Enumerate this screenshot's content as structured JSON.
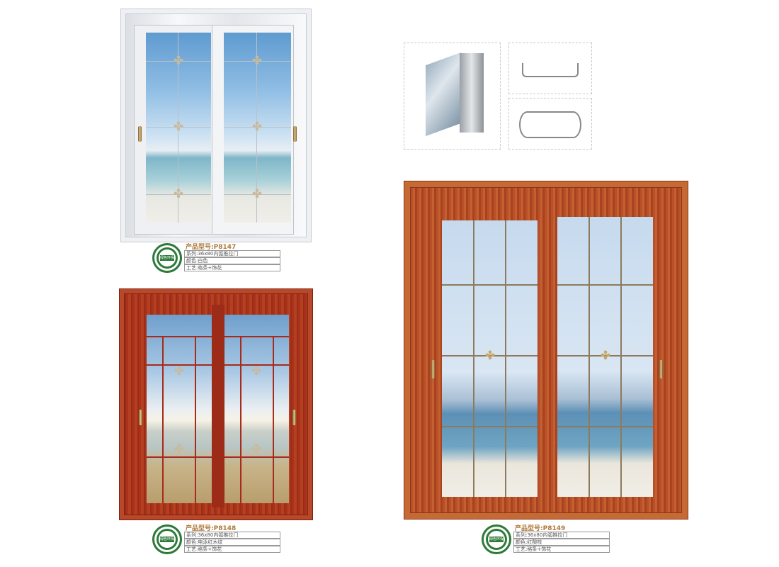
{
  "products": [
    {
      "model": "产品型号:P8147",
      "series": "系列:36x80内弧推拉门",
      "color": "颜色:白色",
      "craft": "工艺:格条+饰花",
      "badge": "绿色环保"
    },
    {
      "model": "产品型号:P8148",
      "series": "系列:36x80内弧推拉门",
      "color": "颜色:电泳红木纹",
      "craft": "工艺:格条+饰花",
      "badge": "绿色环保"
    },
    {
      "model": "产品型号:P8149",
      "series": "系列:36x80内弧推拉门",
      "color": "颜色:红酸枝",
      "craft": "工艺:格条+饰花",
      "badge": "绿色环保"
    }
  ],
  "ornament_icon": "✤"
}
